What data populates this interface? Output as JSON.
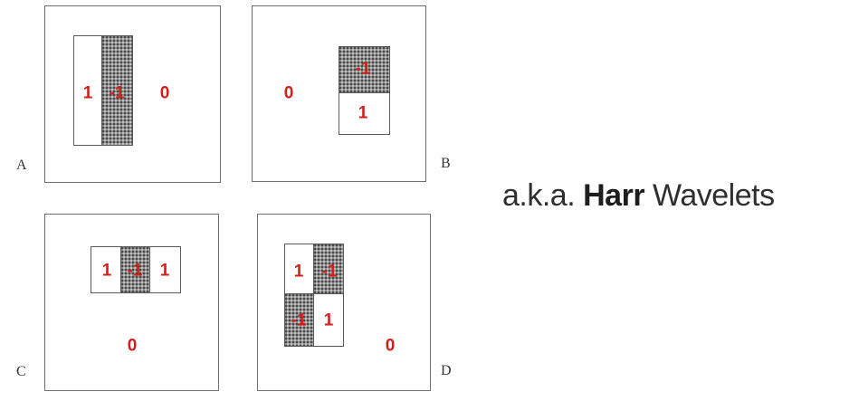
{
  "panels": {
    "A": {
      "label": "A",
      "rect_left": "1",
      "rect_right": "-1",
      "background": "0"
    },
    "B": {
      "label": "B",
      "rect_top": "-1",
      "rect_bottom": "1",
      "background": "0"
    },
    "C": {
      "label": "C",
      "rect_left": "1",
      "rect_middle": "-1",
      "rect_right": "1",
      "background": "0"
    },
    "D": {
      "label": "D",
      "top_left": "1",
      "top_right": "-1",
      "bottom_left": "-1",
      "bottom_right": "1",
      "background": "0"
    }
  },
  "caption": {
    "prefix": "a.k.a.",
    "bold": "Harr",
    "suffix": "Wavelets"
  },
  "colors": {
    "value_text": "#d11f1a",
    "frame": "#6f6f6f"
  }
}
